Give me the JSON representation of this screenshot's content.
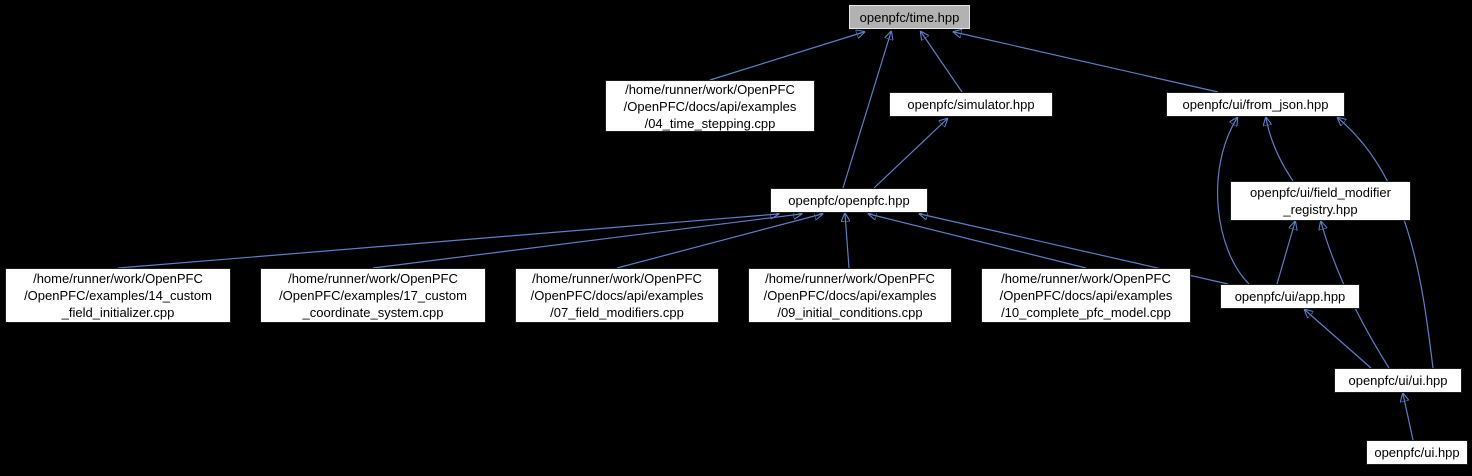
{
  "diagram": {
    "title": "Include dependency graph for openpfc/time.hpp",
    "background_color": "#000000",
    "edge_color": "#5b7fc7",
    "highlight_node_color": "#b2b2b2",
    "nodes": {
      "time": {
        "label": "openpfc/time.hpp",
        "highlighted": true
      },
      "time_stepping": {
        "label": "/home/runner/work/OpenPFC\n/OpenPFC/docs/api/examples\n/04_time_stepping.cpp"
      },
      "simulator": {
        "label": "openpfc/simulator.hpp"
      },
      "from_json": {
        "label": "openpfc/ui/from_json.hpp"
      },
      "openpfc": {
        "label": "openpfc/openpfc.hpp"
      },
      "field_modifier_registry": {
        "label": "openpfc/ui/field_modifier\n_registry.hpp"
      },
      "ex14": {
        "label": "/home/runner/work/OpenPFC\n/OpenPFC/examples/14_custom\n_field_initializer.cpp"
      },
      "ex17": {
        "label": "/home/runner/work/OpenPFC\n/OpenPFC/examples/17_custom\n_coordinate_system.cpp"
      },
      "ex07": {
        "label": "/home/runner/work/OpenPFC\n/OpenPFC/docs/api/examples\n/07_field_modifiers.cpp"
      },
      "ex09": {
        "label": "/home/runner/work/OpenPFC\n/OpenPFC/docs/api/examples\n/09_initial_conditions.cpp"
      },
      "ex10": {
        "label": "/home/runner/work/OpenPFC\n/OpenPFC/docs/api/examples\n/10_complete_pfc_model.cpp"
      },
      "app": {
        "label": "openpfc/ui/app.hpp"
      },
      "ui_ui": {
        "label": "openpfc/ui/ui.hpp"
      },
      "ui": {
        "label": "openpfc/ui.hpp"
      }
    },
    "edges": [
      {
        "from": "time_stepping",
        "to": "time"
      },
      {
        "from": "openpfc",
        "to": "time"
      },
      {
        "from": "simulator",
        "to": "time"
      },
      {
        "from": "from_json",
        "to": "time"
      },
      {
        "from": "openpfc",
        "to": "simulator"
      },
      {
        "from": "ex14",
        "to": "openpfc"
      },
      {
        "from": "ex17",
        "to": "openpfc"
      },
      {
        "from": "ex07",
        "to": "openpfc"
      },
      {
        "from": "ex09",
        "to": "openpfc"
      },
      {
        "from": "ex10",
        "to": "openpfc"
      },
      {
        "from": "app",
        "to": "openpfc"
      },
      {
        "from": "field_modifier_registry",
        "to": "from_json"
      },
      {
        "from": "app",
        "to": "from_json"
      },
      {
        "from": "app",
        "to": "field_modifier_registry"
      },
      {
        "from": "ui_ui",
        "to": "app"
      },
      {
        "from": "ui_ui",
        "to": "field_modifier_registry"
      },
      {
        "from": "ui_ui",
        "to": "from_json"
      },
      {
        "from": "ui",
        "to": "ui_ui"
      }
    ]
  }
}
